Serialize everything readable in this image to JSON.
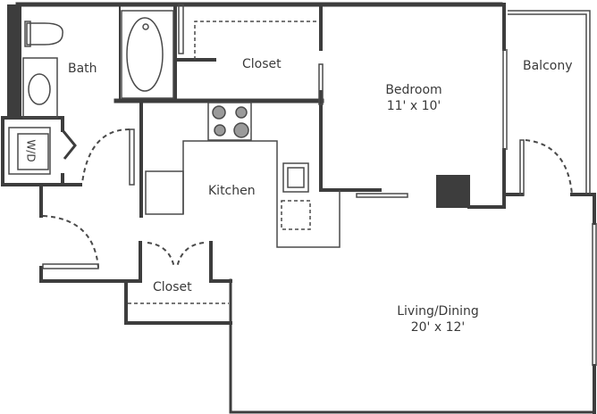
{
  "floorplan": {
    "rooms": [
      {
        "id": "bath",
        "label": "Bath"
      },
      {
        "id": "closet-top",
        "label": "Closet"
      },
      {
        "id": "bedroom",
        "label": "Bedroom",
        "dimensions": "11' x 10'"
      },
      {
        "id": "balcony",
        "label": "Balcony"
      },
      {
        "id": "kitchen",
        "label": "Kitchen"
      },
      {
        "id": "closet-bottom",
        "label": "Closet"
      },
      {
        "id": "living-dining",
        "label": "Living/Dining",
        "dimensions": "20' x 12'"
      }
    ],
    "fixtures": {
      "washer_dryer": "W/D"
    },
    "colors": {
      "wall": "#3d3d3d",
      "line": "#4a4a4a",
      "text": "#3a3a3a",
      "background": "#ffffff"
    }
  }
}
